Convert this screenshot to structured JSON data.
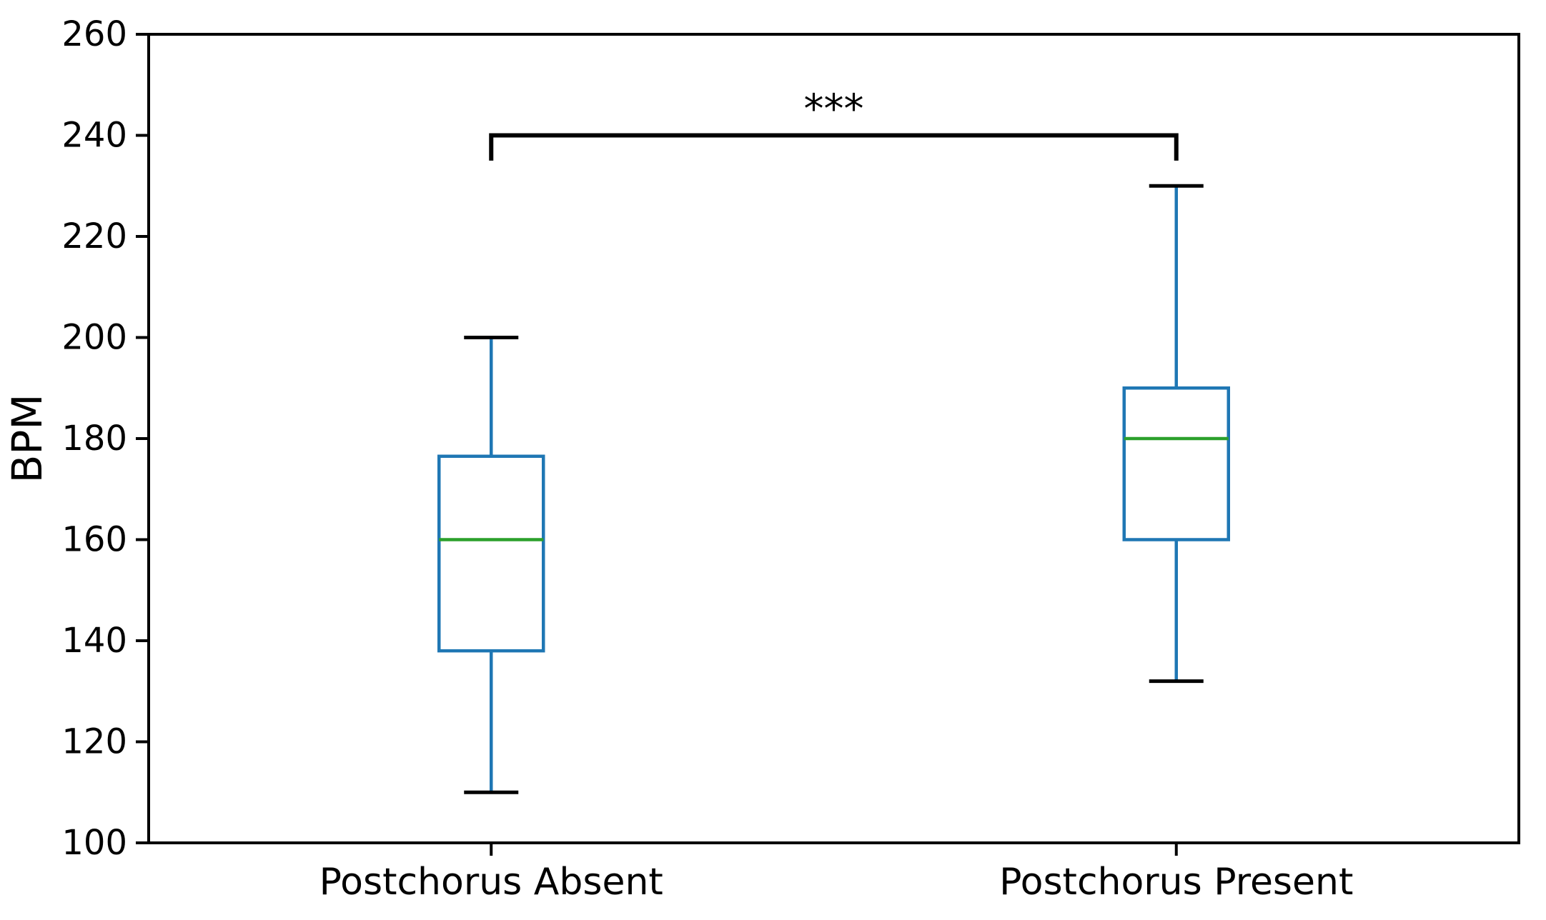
{
  "figure": {
    "background": "#ffffff"
  },
  "chart_data": {
    "type": "boxplot",
    "title": "",
    "xlabel": "",
    "ylabel": "BPM",
    "ylim": [
      100,
      260
    ],
    "yticks": [
      100,
      120,
      140,
      160,
      180,
      200,
      220,
      240,
      260
    ],
    "grid": false,
    "legend": false,
    "categories": [
      "Postchorus Absent",
      "Postchorus Present"
    ],
    "series": [
      {
        "name": "Postchorus Absent",
        "whisker_low": 110,
        "q1": 138,
        "median": 160,
        "q3": 176.5,
        "whisker_high": 200
      },
      {
        "name": "Postchorus Present",
        "whisker_low": 132,
        "q1": 160,
        "median": 180,
        "q3": 190,
        "whisker_high": 230
      }
    ],
    "annotation": {
      "label": "***",
      "bracket_y": 240,
      "bracket_drop_to": 235,
      "connects": [
        "Postchorus Absent",
        "Postchorus Present"
      ]
    },
    "colors": {
      "box": "#1f77b4",
      "whisker": "#1f77b4",
      "median": "#2ca02c",
      "cap": "#000000",
      "axis": "#000000",
      "annotation": "#000000",
      "tick_label": "#000000"
    }
  }
}
